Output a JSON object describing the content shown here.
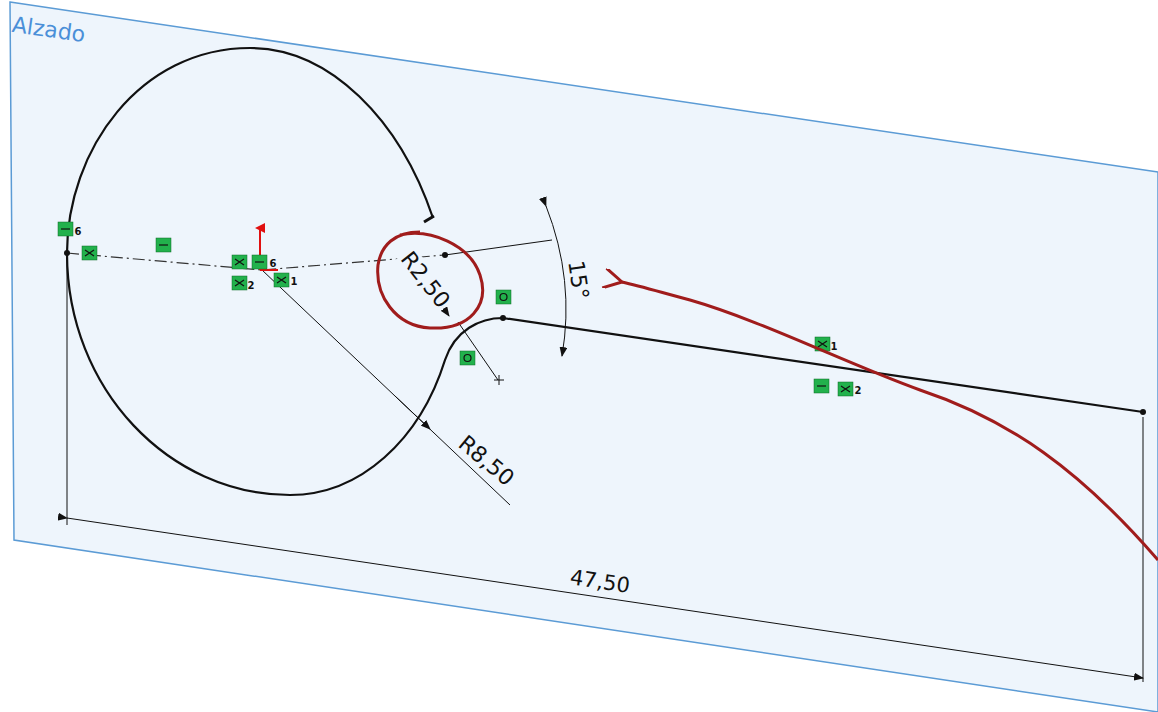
{
  "diagram": {
    "title": "Alzado",
    "labels": [
      "R2,50",
      "15°",
      "R8,50",
      "47,50",
      "6",
      "2",
      "1",
      "6",
      "1",
      "2"
    ]
  }
}
